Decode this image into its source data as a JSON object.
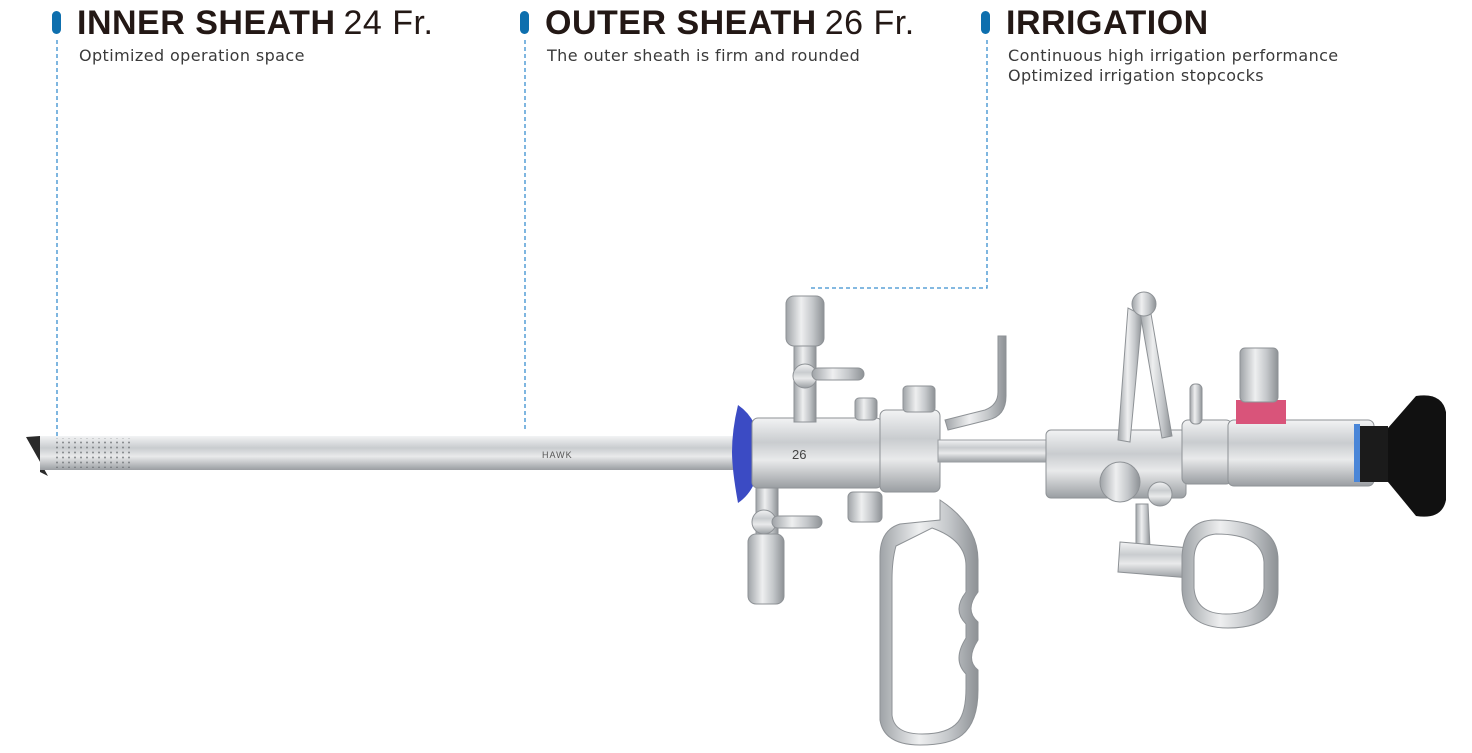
{
  "labels": {
    "inner": {
      "title": "INNER SHEATH",
      "size": "24 Fr.",
      "desc": "Optimized operation space"
    },
    "outer": {
      "title": "OUTER SHEATH",
      "size": "26 Fr.",
      "desc": "The outer sheath is firm and rounded"
    },
    "irrigation": {
      "title": "IRRIGATION",
      "lines": [
        "Continuous high irrigation performance",
        "Optimized irrigation stopcocks"
      ]
    }
  },
  "device": {
    "brand_mark": "HAWK",
    "size_mark": "26"
  },
  "colors": {
    "accent": "#0e6fae",
    "title_text": "#231815",
    "leader_line": "#3a8fcf",
    "seal_blue": "#3b4bc4",
    "ring_pink": "#d9547a",
    "eyepiece_ring": "#4a86d8",
    "eyepiece": "#111111"
  }
}
